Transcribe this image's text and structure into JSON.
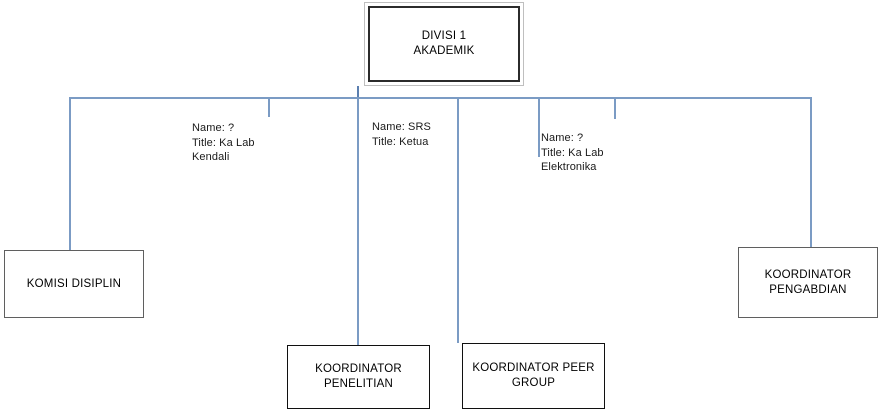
{
  "diagram": {
    "type": "organizational-chart",
    "background_color": "#ffffff",
    "connector_color": "#7b9bc4",
    "root": {
      "label": "DIVISI 1\nAKADEMIK",
      "border_outer_color": "#bfbfbf",
      "border_inner_color": "#2b2b2b"
    },
    "annotations": [
      {
        "id": "ka-lab-kendali",
        "name_line": "Name: ?",
        "title_line": "Title: Ka Lab",
        "title_line2": "Kendali",
        "text": "Name: ?\nTitle: Ka Lab\nKendali"
      },
      {
        "id": "ketua",
        "name_line": "Name: SRS",
        "title_line": "Title: Ketua",
        "text": "Name: SRS\nTitle: Ketua"
      },
      {
        "id": "ka-lab-elektronika",
        "name_line": "Name: ?",
        "title_line": "Title: Ka Lab",
        "title_line2": "Elektronika",
        "text": "Name: ?\nTitle: Ka Lab\nElektronika"
      }
    ],
    "nodes": [
      {
        "id": "komisi-disiplin",
        "label": "KOMISI DISIPLIN",
        "border_color": "#5f5f5f"
      },
      {
        "id": "koordinator-penelitian",
        "label": "KOORDINATOR\nPENELITIAN",
        "border_color": "#101010"
      },
      {
        "id": "koordinator-peer-group",
        "label": "KOORDINATOR PEER\nGROUP",
        "border_color": "#101010"
      },
      {
        "id": "koordinator-pengabdian",
        "label": "KOORDINATOR\nPENGABDIAN",
        "border_color": "#5f5f5f"
      }
    ]
  }
}
